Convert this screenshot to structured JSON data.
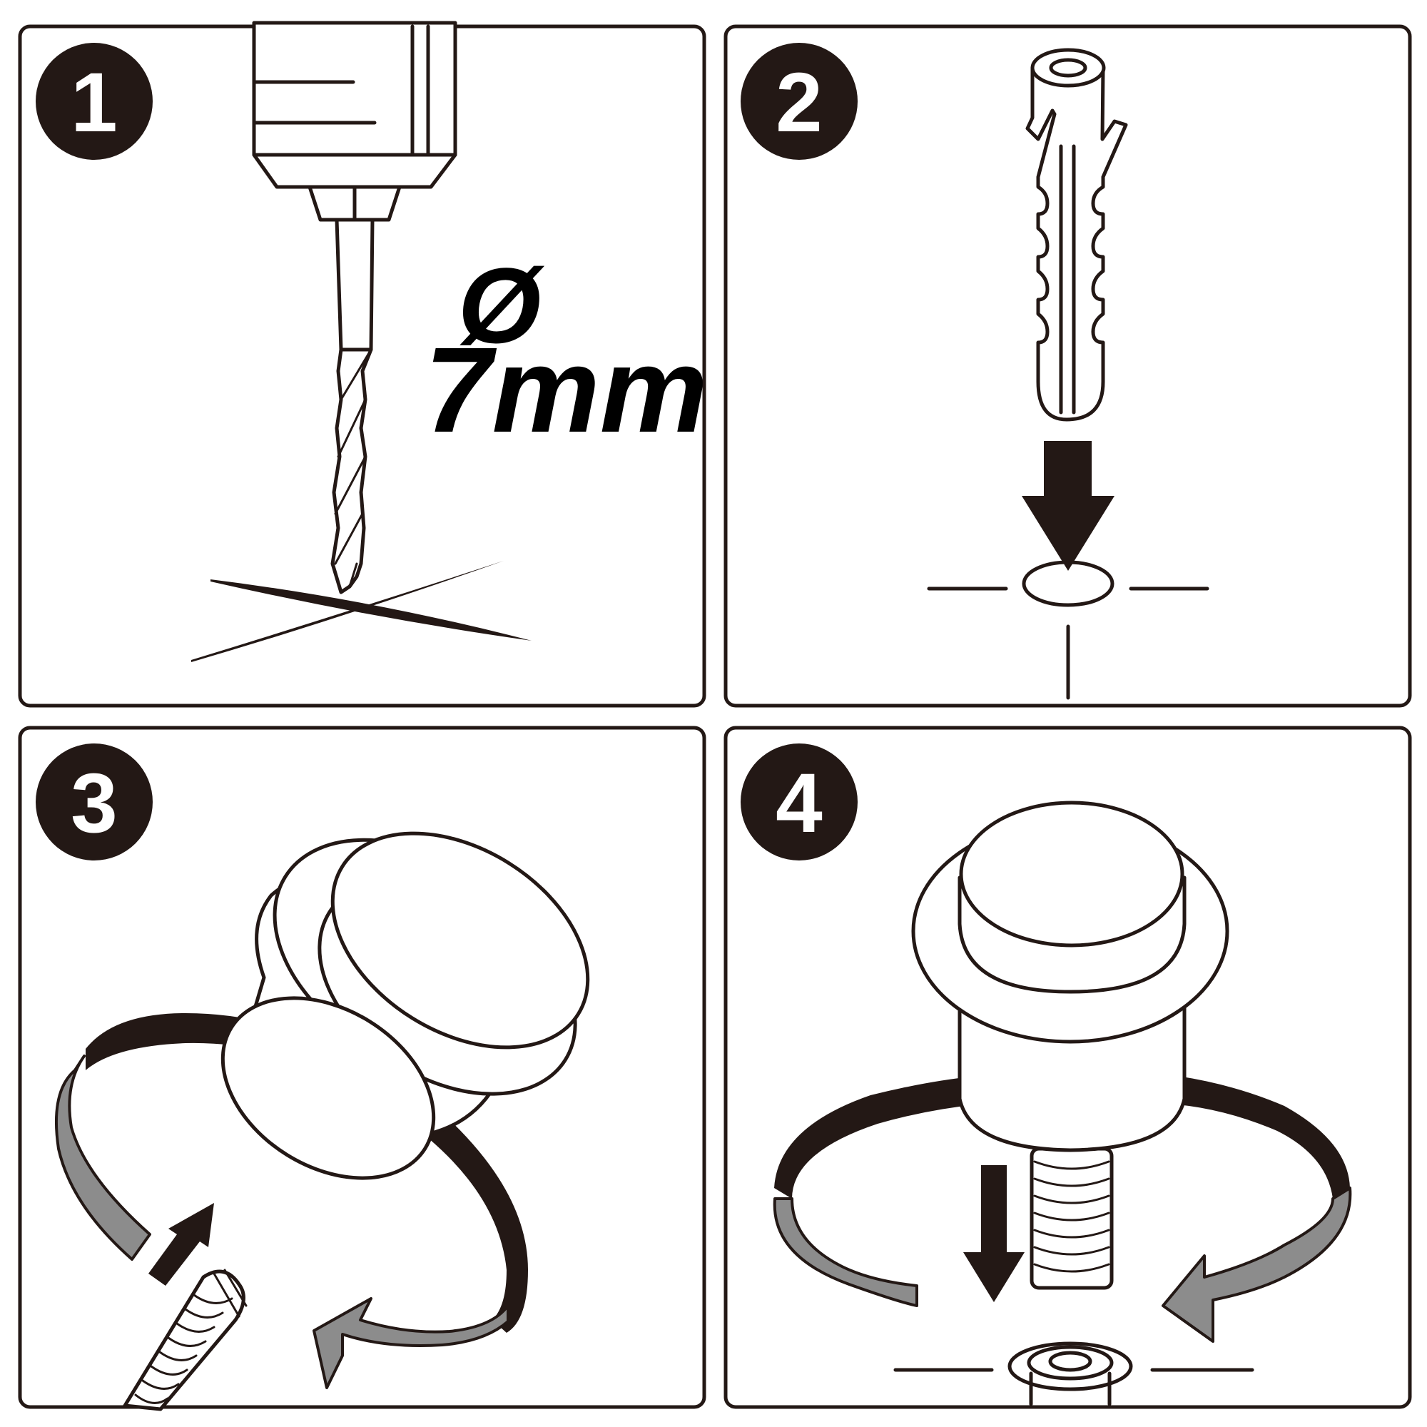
{
  "steps": [
    {
      "number": "1",
      "label": ""
    },
    {
      "number": "2",
      "label": ""
    },
    {
      "number": "3",
      "label": ""
    },
    {
      "number": "4",
      "label": ""
    }
  ],
  "drill": {
    "diameter_symbol": "Ø",
    "size": "7mm"
  },
  "colors": {
    "ink": "#231815",
    "arrow_fill": "#8c8c8c",
    "background": "#ffffff"
  },
  "icons": [
    "drill-icon",
    "wall-plug-icon",
    "down-arrow-icon",
    "rotate-arrow-icon",
    "screw-icon",
    "door-stop-icon"
  ]
}
